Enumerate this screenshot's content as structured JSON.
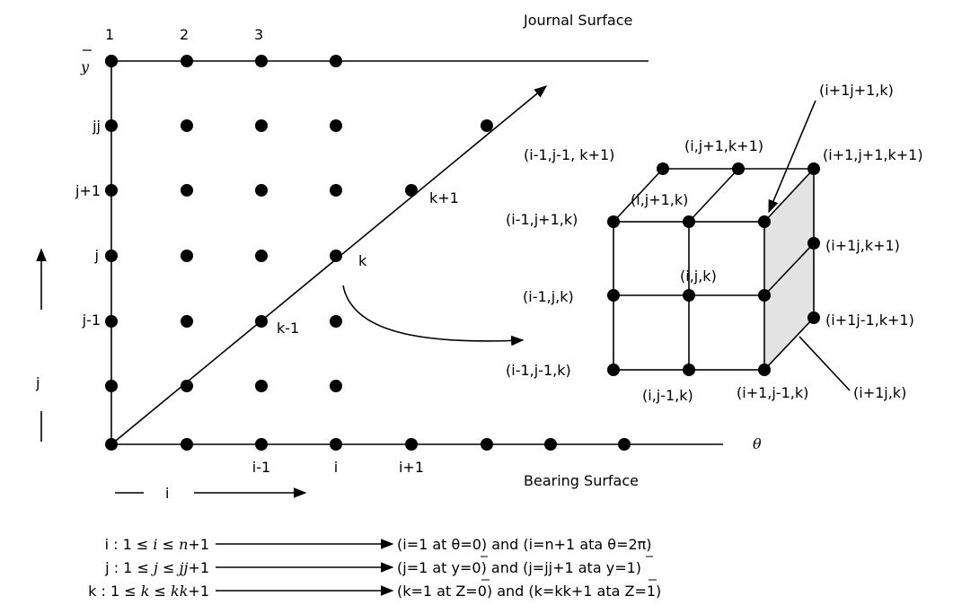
{
  "surfaces": {
    "journal": "Journal Surface",
    "bearing": "Bearing Surface"
  },
  "axes": {
    "theta": "θ",
    "ybar": "y",
    "i_label": "i",
    "j_label": "j"
  },
  "column_labels": [
    "1",
    "2",
    "3"
  ],
  "row_labels": [
    "jj",
    "j+1",
    "j",
    "j-1"
  ],
  "bottom_labels": [
    "i-1",
    "i",
    "i+1"
  ],
  "diagonal_labels": [
    "k+1",
    "k",
    "k-1"
  ],
  "cube_labels": {
    "top_right_pointer": "(i+1j+1,k)",
    "back_top_left": "(i-1,j-1, k+1)",
    "back_top_mid": "(i,j+1,k+1)",
    "back_top_right": "(i+1,j+1,k+1)",
    "front_top_mid": "(i,j+1,k)",
    "front_top_left": "(i-1,j+1,k)",
    "right_upper": "(i+1j,k+1)",
    "center": "(i,j,k)",
    "front_mid_left": "(i-1,j,k)",
    "right_lower": "(i+1j-1,k+1)",
    "front_bottom_left": "(i-1,j-1,k)",
    "front_bottom_mid": "(i,j-1,k)",
    "front_bottom_right": "(i+1,j-1,k)",
    "right_bottom_pointer": "(i+1j,k)"
  },
  "legend": [
    {
      "var": "i",
      "range_prefix": "1 ≤ ",
      "range_var": "i",
      "range_rel": " ≤ ",
      "range_upper": "n",
      "range_suffix": "+1",
      "result": "(i=1 at θ=0) and (i=n+1 ata θ=2π)"
    },
    {
      "var": "j",
      "range_prefix": "1 ≤ ",
      "range_var": "j",
      "range_rel": " ≤ ",
      "range_upper": "jj",
      "range_suffix": "+1",
      "result": "(j=1 at y=0) and (j=jj+1 ata y=1)"
    },
    {
      "var": "k",
      "range_prefix": "1 ≤ ",
      "range_var": "k",
      "range_rel": " ≤ ",
      "range_upper": "kk",
      "range_suffix": "+1",
      "result": "(k=1 at Z=0) and (k=kk+1 ata Z=1)"
    }
  ]
}
